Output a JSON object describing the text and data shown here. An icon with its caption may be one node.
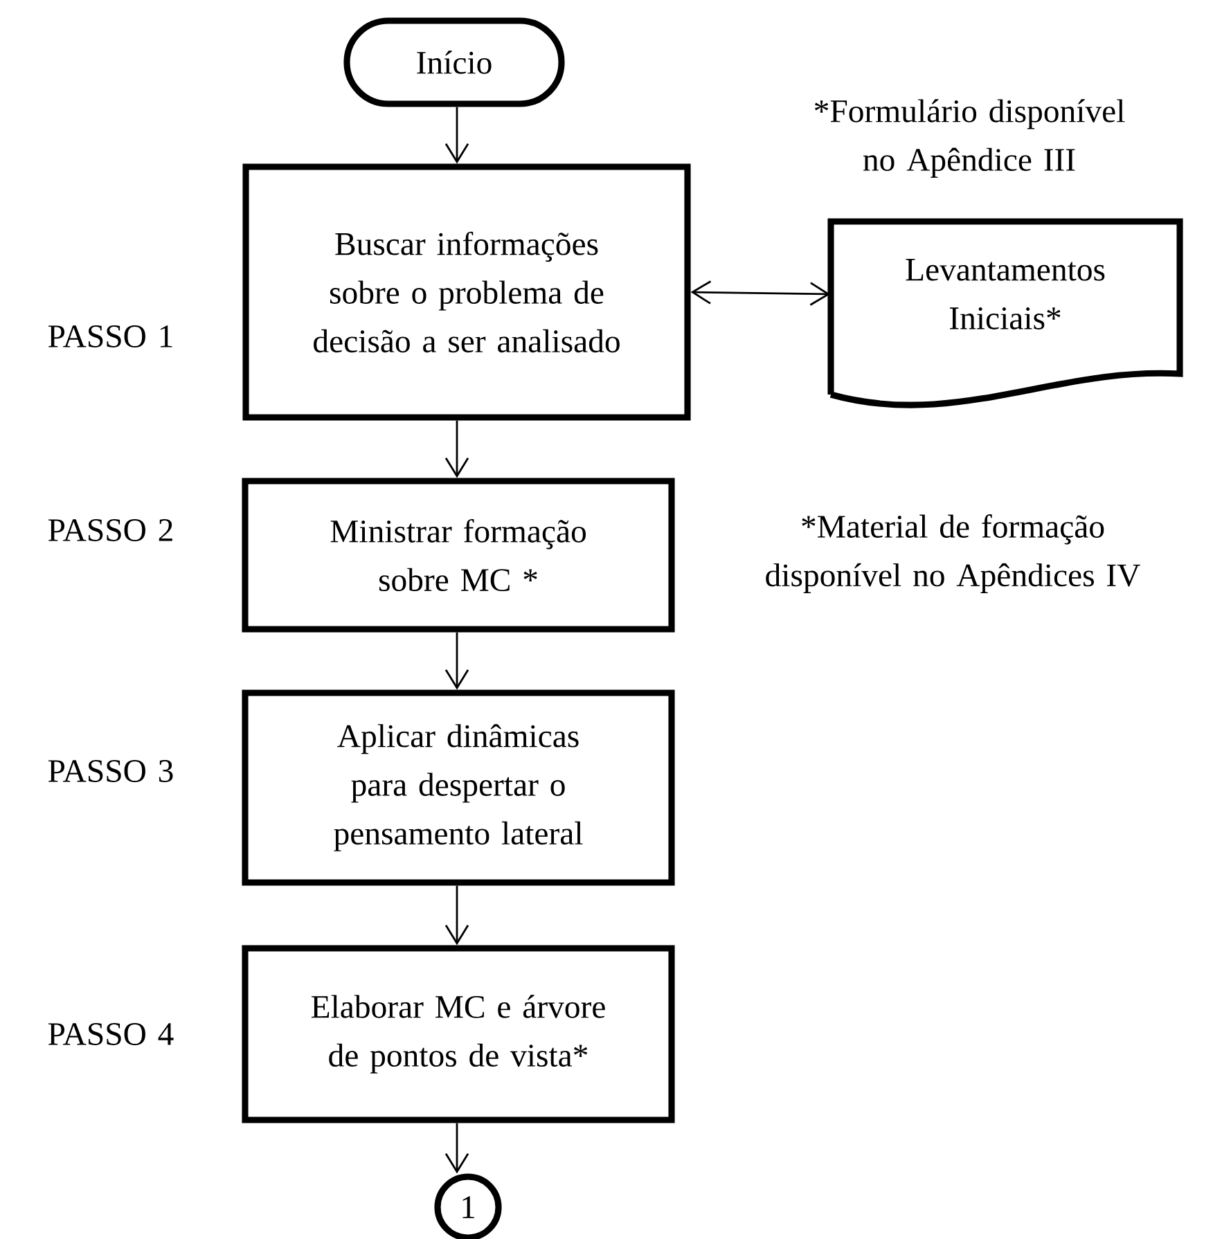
{
  "diagram": {
    "nodes": [
      {
        "text": [
          "Início"
        ]
      },
      {
        "text": [
          "Buscar informações sobre o problema de decisão a ser analisado"
        ]
      },
      {
        "text": [
          "Levantamentos Iniciais*"
        ]
      },
      {
        "text": [
          "Ministrar formação sobre MC *"
        ]
      },
      {
        "text": [
          "Aplicar dinâmicas para despertar o pensamento lateral"
        ]
      },
      {
        "text": [
          "Elaborar MC e árvore de pontos de vista*"
        ]
      },
      {
        "text": [
          "1"
        ]
      }
    ],
    "edges": [
      {
        "from": 0,
        "to": 1,
        "arrow": "to"
      },
      {
        "from": 1,
        "to": 2,
        "arrow": "both"
      },
      {
        "from": 1,
        "to": 3,
        "arrow": "to"
      },
      {
        "from": 3,
        "to": 4,
        "arrow": "to"
      },
      {
        "from": 4,
        "to": 5,
        "arrow": "to"
      },
      {
        "from": 5,
        "to": 6,
        "arrow": "to"
      }
    ],
    "labels": [
      "*Formulário disponível no Apêndice III",
      "PASSO 1",
      "*Material de formação disponível no Apêndices IV",
      "PASSO 2",
      "PASSO 3",
      "PASSO 4"
    ]
  }
}
